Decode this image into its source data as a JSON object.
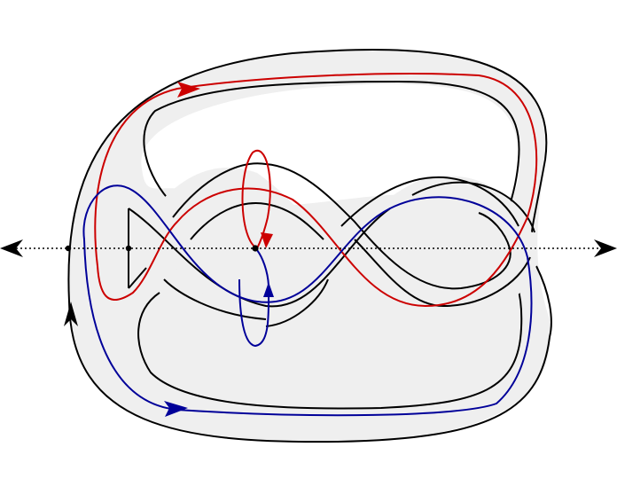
{
  "diagram": {
    "colors": {
      "band_fill": "#efefef",
      "band_outline": "#000000",
      "red_curve": "#cc0000",
      "blue_curve": "#000099",
      "axis": "#000000",
      "background": "#ffffff"
    },
    "elements": {
      "axis": "dotted-horizontal-axis",
      "axis_arrows": [
        "left-arrow-icon",
        "right-arrow-icon"
      ],
      "axis_points": 3,
      "curves": [
        "red-oriented-curve",
        "blue-oriented-curve"
      ],
      "small_circles": [
        "red-small-loop",
        "blue-small-loop"
      ]
    }
  }
}
